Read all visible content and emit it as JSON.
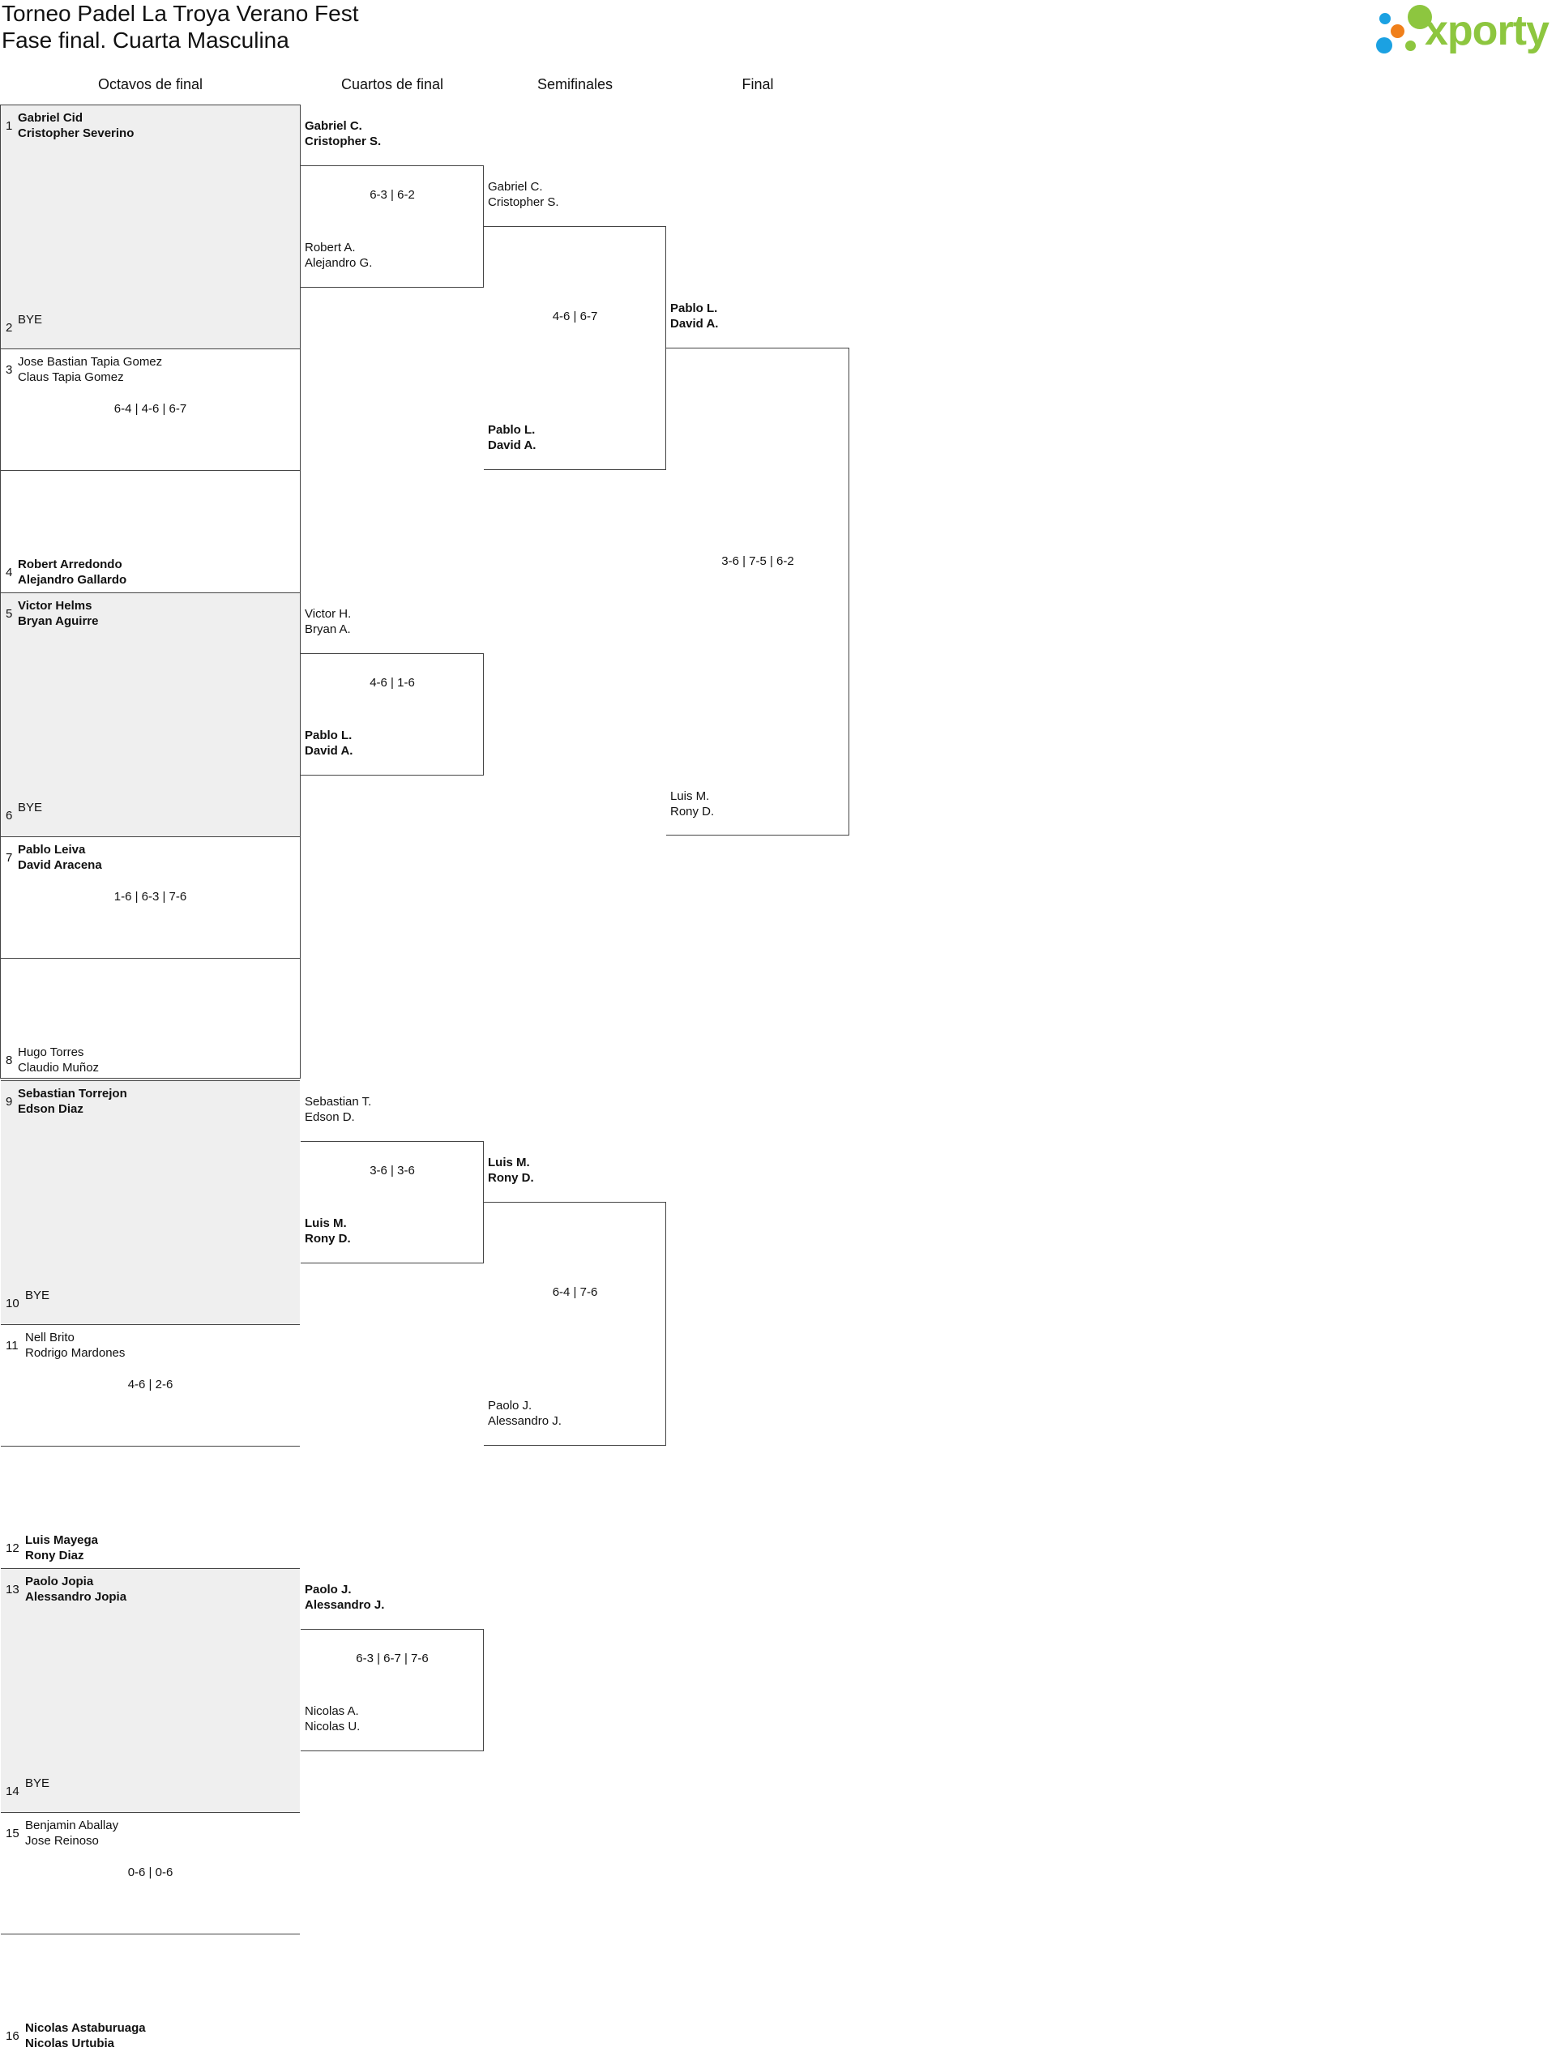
{
  "header": {
    "title": "Torneo Padel La Troya Verano Fest",
    "subtitle": "Fase final. Cuarta Masculina",
    "logo_text": "xporty"
  },
  "rounds": [
    "Octavos de final",
    "Cuartos de final",
    "Semifinales",
    "Final"
  ],
  "colors": {
    "brand_green": "#8dc63f",
    "brand_blue": "#1ba1e2",
    "brand_orange": "#f07f1a",
    "shade": "#efefef",
    "line": "#444444"
  },
  "octavos": [
    {
      "top": {
        "seed": "1",
        "p1": "Gabriel Cid",
        "p2": "Cristopher Severino",
        "winner": true
      },
      "bottom": {
        "seed": "2",
        "p1": "BYE",
        "p2": "",
        "winner": false
      },
      "score": "",
      "shaded": true
    },
    {
      "top": {
        "seed": "3",
        "p1": "Jose Bastian Tapia Gomez",
        "p2": "Claus Tapia Gomez",
        "winner": false
      },
      "bottom": {
        "seed": "4",
        "p1": "Robert Arredondo",
        "p2": "Alejandro Gallardo",
        "winner": true
      },
      "score": "6-4 | 4-6 | 6-7",
      "shaded": false
    },
    {
      "top": {
        "seed": "5",
        "p1": "Victor Helms",
        "p2": "Bryan Aguirre",
        "winner": true
      },
      "bottom": {
        "seed": "6",
        "p1": "BYE",
        "p2": "",
        "winner": false
      },
      "score": "",
      "shaded": true
    },
    {
      "top": {
        "seed": "7",
        "p1": "Pablo Leiva",
        "p2": "David Aracena",
        "winner": true
      },
      "bottom": {
        "seed": "8",
        "p1": "Hugo Torres",
        "p2": "Claudio Muñoz",
        "winner": false
      },
      "score": "1-6 | 6-3 | 7-6",
      "shaded": false
    },
    {
      "top": {
        "seed": "9",
        "p1": "Sebastian Torrejon",
        "p2": "Edson Diaz",
        "winner": true
      },
      "bottom": {
        "seed": "10",
        "p1": "BYE",
        "p2": "",
        "winner": false
      },
      "score": "",
      "shaded": true
    },
    {
      "top": {
        "seed": "11",
        "p1": "Nell Brito",
        "p2": "Rodrigo Mardones",
        "winner": false
      },
      "bottom": {
        "seed": "12",
        "p1": "Luis Mayega",
        "p2": "Rony Diaz",
        "winner": true
      },
      "score": "4-6 | 2-6",
      "shaded": false
    },
    {
      "top": {
        "seed": "13",
        "p1": "Paolo Jopia",
        "p2": "Alessandro Jopia",
        "winner": true
      },
      "bottom": {
        "seed": "14",
        "p1": "BYE",
        "p2": "",
        "winner": false
      },
      "score": "",
      "shaded": true
    },
    {
      "top": {
        "seed": "15",
        "p1": "Benjamin Aballay",
        "p2": "Jose Reinoso",
        "winner": false
      },
      "bottom": {
        "seed": "16",
        "p1": "Nicolas Astaburuaga",
        "p2": "Nicolas Urtubia",
        "winner": true
      },
      "score": "0-6 | 0-6",
      "shaded": false
    }
  ],
  "cuartos": [
    {
      "top": {
        "p1": "Gabriel C.",
        "p2": "Cristopher S.",
        "winner": true
      },
      "bottom": {
        "p1": "Robert A.",
        "p2": "Alejandro G.",
        "winner": false
      },
      "score": "6-3 | 6-2"
    },
    {
      "top": {
        "p1": "Victor H.",
        "p2": "Bryan A.",
        "winner": false
      },
      "bottom": {
        "p1": "Pablo L.",
        "p2": "David A.",
        "winner": true
      },
      "score": "4-6 | 1-6"
    },
    {
      "top": {
        "p1": "Sebastian T.",
        "p2": "Edson D.",
        "winner": false
      },
      "bottom": {
        "p1": "Luis M.",
        "p2": "Rony D.",
        "winner": true
      },
      "score": "3-6 | 3-6"
    },
    {
      "top": {
        "p1": "Paolo J.",
        "p2": "Alessandro J.",
        "winner": true
      },
      "bottom": {
        "p1": "Nicolas A.",
        "p2": "Nicolas U.",
        "winner": false
      },
      "score": "6-3 | 6-7 | 7-6"
    }
  ],
  "semis": [
    {
      "top": {
        "p1": "Gabriel C.",
        "p2": "Cristopher S.",
        "winner": false
      },
      "bottom": {
        "p1": "Pablo L.",
        "p2": "David A.",
        "winner": true
      },
      "score": "4-6 | 6-7"
    },
    {
      "top": {
        "p1": "Luis M.",
        "p2": "Rony D.",
        "winner": true
      },
      "bottom": {
        "p1": "Paolo J.",
        "p2": "Alessandro J.",
        "winner": false
      },
      "score": "6-4 | 7-6"
    }
  ],
  "final": {
    "top": {
      "p1": "Pablo L.",
      "p2": "David A.",
      "winner": true
    },
    "bottom": {
      "p1": "Luis M.",
      "p2": "Rony D.",
      "winner": false
    },
    "score": "3-6 | 7-5 | 6-2"
  }
}
